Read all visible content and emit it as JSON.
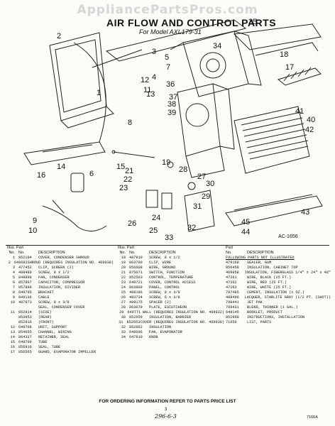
{
  "watermark": "AppliancePartsPros.com",
  "title": "AIR FLOW AND CONTROL PARTS",
  "subtitle": "For Model AXL179-31",
  "diagram_ref": "AC-1656",
  "callouts": [
    "1",
    "2",
    "3",
    "4",
    "5",
    "6",
    "7",
    "8",
    "9",
    "10",
    "11",
    "12",
    "13",
    "14",
    "15",
    "16",
    "17",
    "18",
    "19",
    "20",
    "21",
    "22",
    "23",
    "24",
    "25",
    "26",
    "27",
    "28",
    "29",
    "30",
    "31",
    "32",
    "33",
    "34",
    "35",
    "36",
    "37",
    "38",
    "39",
    "40",
    "41",
    "42",
    "43",
    "44",
    "45"
  ],
  "table_headers": {
    "illus": "Illus. Part",
    "no": "No.",
    "part_no": "No.",
    "description": "DESCRIPTION",
    "part_no_label": "Part"
  },
  "parts_left": [
    {
      "n": "1",
      "p": "852194",
      "d": "COVER, CONDENSER SHROUD"
    },
    {
      "n": "2",
      "p": "649682",
      "d": "SHROUD (REQUIRES INSULATION NO. 469938)"
    },
    {
      "n": "3",
      "p": "477452",
      "d": "CLIP, SCREEN (2)"
    },
    {
      "n": "4",
      "p": "488480",
      "d": "SCREW, 8 x 1/2"
    },
    {
      "n": "5",
      "p": "849898",
      "d": "FAN, CONDENSER"
    },
    {
      "n": "6",
      "p": "857807",
      "d": "CAPACITOR, COMPRESSOR"
    },
    {
      "n": "7",
      "p": "857806",
      "d": "INSULATION, DIVIDER"
    },
    {
      "n": "8",
      "p": "649795",
      "d": "BRACKET"
    },
    {
      "n": "9",
      "p": "849136",
      "d": "CABLE"
    },
    {
      "n": "10",
      "p": "487873",
      "d": "SCREW, 8 x 3/8"
    },
    {
      "n": "",
      "p": "",
      "d": "SEAL, CONDENSER COVER"
    },
    {
      "n": "11",
      "p": "852914",
      "d": "(SIDE)"
    },
    {
      "n": "",
      "p": "853953",
      "d": "(REAR)"
    },
    {
      "n": "",
      "p": "852916",
      "d": "(FRONT)"
    },
    {
      "n": "12",
      "p": "649708",
      "d": "UNIT, SUPPORT"
    },
    {
      "n": "13",
      "p": "854655",
      "d": "CHANNEL, WIRING"
    },
    {
      "n": "14",
      "p": "864337",
      "d": "RETAINER, SEAL"
    },
    {
      "n": "15",
      "p": "649709",
      "d": "TUBE"
    },
    {
      "n": "16",
      "p": "856916",
      "d": "SEAL, TUBE"
    },
    {
      "n": "17",
      "p": "856565",
      "d": "GUARD, EVAPORATOR IMPELLER"
    }
  ],
  "parts_mid": [
    {
      "n": "18",
      "p": "487910",
      "d": "SCREW, 8 x 1/2"
    },
    {
      "n": "19",
      "p": "863700",
      "d": "CLIP, WIRE"
    },
    {
      "n": "20",
      "p": "856608",
      "d": "WIRE, GROUND"
    },
    {
      "n": "21",
      "p": "875071",
      "d": "SWITCH, FUNCTION"
    },
    {
      "n": "22",
      "p": "852563",
      "d": "CONTROL, TEMPERATURE"
    },
    {
      "n": "23",
      "p": "649721",
      "d": "COVER, CONTROL ACCESS"
    },
    {
      "n": "24",
      "p": "863809",
      "d": "PANEL, CONTROL"
    },
    {
      "n": "25",
      "p": "488186",
      "d": "SCREW, 8 x 3/8"
    },
    {
      "n": "26",
      "p": "483734",
      "d": "SCREW, 6 x 3/8"
    },
    {
      "n": "27",
      "p": "499175",
      "d": "SPACER (2)"
    },
    {
      "n": "28",
      "p": "863079",
      "d": "PLATE, ESCUTCHEON"
    },
    {
      "n": "29",
      "p": "649771",
      "d": "WALL (REQUIRES INSULATION NO. 469932)"
    },
    {
      "n": "30",
      "p": "852659",
      "d": "INSULATION, BARRIER"
    },
    {
      "n": "31",
      "p": "852653",
      "d": "COVER (REQUIRES INSULATION NO. 469938)"
    },
    {
      "n": "32",
      "p": "852862",
      "d": "INSULATION"
    },
    {
      "n": "33",
      "p": "649696",
      "d": "FAN, EVAPORATOR"
    },
    {
      "n": "34",
      "p": "647810",
      "d": "KNOB"
    }
  ],
  "parts_right": {
    "heading": "FOLLOWING PARTS NOT ILLUSTRATED",
    "rows": [
      {
        "p": "479168",
        "d": "SEALER, GUM"
      },
      {
        "p": "856458",
        "d": "INSULATION, CABINET TOP"
      },
      {
        "p": "469958",
        "d": "INSULATION, FIBERGLASS 1/4\" x 24\" x 48\""
      },
      {
        "p": "47261",
        "d": "WIRE, BLACK (25 FT.)"
      },
      {
        "p": "47262",
        "d": "WIRE, RED (25 FT.)"
      },
      {
        "p": "47263",
        "d": "WIRE, WHITE (25 FT.)"
      },
      {
        "p": "797485",
        "d": "CEMENT, INSULATION (1 OZ.)"
      },
      {
        "p": "488496",
        "d": "LACQUER, STARLITE GRAY (1/2 PT. (SHOT))"
      },
      {
        "p": "799441",
        "d": "JET PAK"
      },
      {
        "p": "799431",
        "d": "BLEND, THINNER (1 GAL.)"
      },
      {
        "p": "648145",
        "d": "BOOKLET, PRODUCT"
      },
      {
        "p": "852998",
        "d": "INSTRUCTIONS, INSTALLATION"
      },
      {
        "p": "71656",
        "d": "LIST, PARTS"
      }
    ]
  },
  "footer": "FOR ORDERING INFORMATION REFER TO PARTS PRICE LIST",
  "page_number": "3",
  "handwritten": "296-6-3",
  "doc_code": "7166A"
}
